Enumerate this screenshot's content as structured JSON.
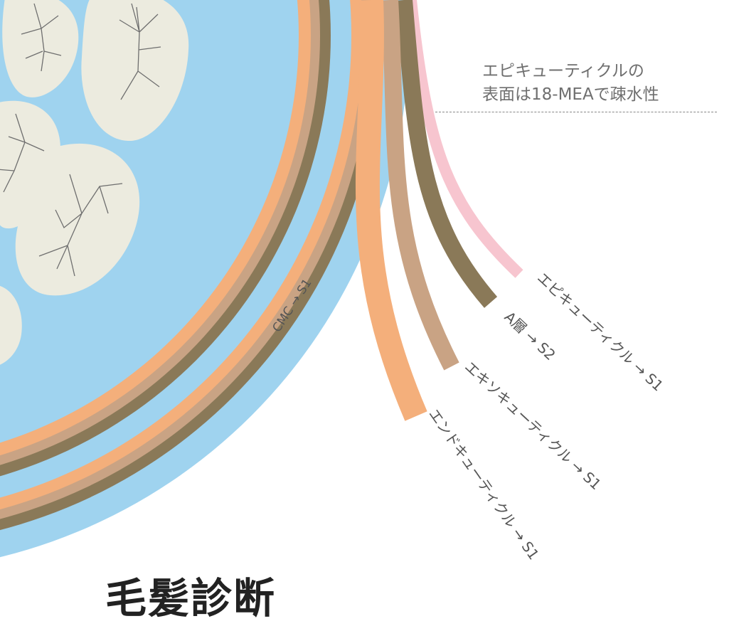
{
  "title": "毛髪診断",
  "annotation": {
    "line1": "エピキューティクルの",
    "line2": "表面は18-MEAで疎水性"
  },
  "labels": {
    "cmc": "CMC → S1",
    "epicuticle": "エピキューティクル → S1",
    "a_layer": "A層 → S2",
    "exocuticle": "エキソキューティクル → S1",
    "endocuticle": "エンドキューティクル → S1"
  },
  "colors": {
    "cortex_bg": "#9fd3ef",
    "cell": "#ecebdf",
    "endocuticle": "#f4af7b",
    "exocuticle": "#c9a384",
    "a_layer": "#8a7958",
    "epicuticle": "#f7c5cf",
    "fiber": "#6f6f6f"
  }
}
